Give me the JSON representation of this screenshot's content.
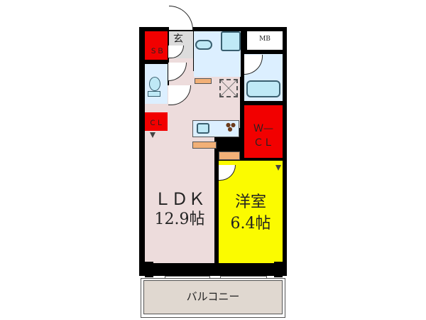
{
  "floorplan": {
    "rooms": {
      "ldk": {
        "name": "ＬＤＫ",
        "size": "12.9帖",
        "color": "#eddcdc"
      },
      "western": {
        "name": "洋室",
        "size": "6.4帖",
        "color": "#fbfb00"
      },
      "balcony": {
        "name": "バルコニー",
        "color": "#e0d8d0"
      },
      "entrance": {
        "name": "玄"
      },
      "shoe_box": {
        "name": "ＳＢ",
        "color": "#f20000"
      },
      "closet": {
        "name": "ＣＬ",
        "color": "#f20000"
      },
      "walk_in_closet": {
        "line1": "Ｗ—",
        "line2": "ＣＬ",
        "color": "#f20000"
      },
      "meter_box": {
        "name": "MB"
      }
    },
    "colors": {
      "wall": "#000000",
      "wet_area": "#dcefff",
      "fixture": "#bfe9f6",
      "counter": "#f2b077"
    }
  }
}
